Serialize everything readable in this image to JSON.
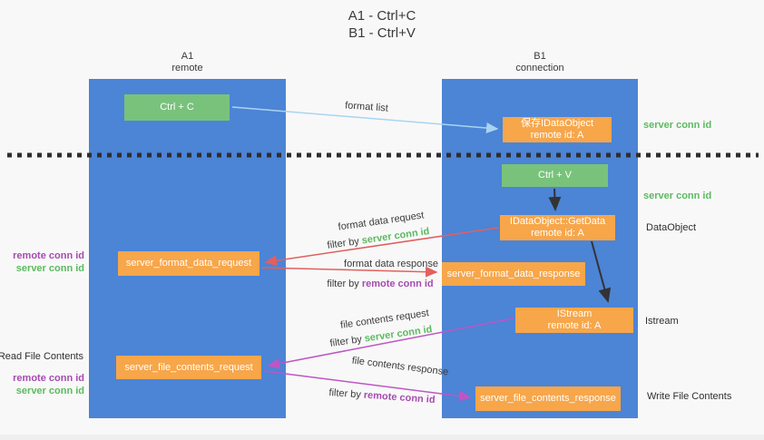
{
  "title": {
    "line1": "A1 - Ctrl+C",
    "line2": "B1 - Ctrl+V"
  },
  "columns": {
    "a1": {
      "id": "A1",
      "role": "remote"
    },
    "b1": {
      "id": "B1",
      "role": "connection"
    }
  },
  "nodes": {
    "ctrl_c": {
      "label": "Ctrl + C"
    },
    "ctrl_v": {
      "label": "Ctrl + V"
    },
    "save_idataobject": {
      "line1": "保存IDataObject",
      "line2": "remote id: A"
    },
    "getdata": {
      "line1": "IDataObject::GetData",
      "line2": "remote id: A"
    },
    "istream": {
      "line1": "IStream",
      "line2": "remote id: A"
    },
    "server_format_data_request": {
      "label": "server_format_data_request"
    },
    "server_format_data_response": {
      "label": "server_format_data_response"
    },
    "server_file_contents_request": {
      "label": "server_file_contents_request"
    },
    "server_file_contents_response": {
      "label": "server_file_contents_response"
    }
  },
  "flow_labels": {
    "format_list": "format list",
    "format_data_request": "format data request",
    "format_data_response": "format data response",
    "file_contents_request": "file contents request",
    "file_contents_response": "file contents response",
    "filter_by": "filter by",
    "server_conn_id": "server conn id",
    "remote_conn_id": "remote conn id"
  },
  "side_labels": {
    "left": {
      "remote_conn_id": "remote conn id",
      "server_conn_id": "server conn id",
      "read_file_contents": "Read File Contents"
    },
    "right": {
      "server_conn_id": "server conn id",
      "dataobject": "DataObject",
      "istream": "Istream",
      "write_file_contents": "Write File Contents"
    }
  },
  "colors": {
    "column_blue": "#4c84d6",
    "box_green": "#79c27c",
    "box_orange": "#f7a64a",
    "green_text": "#5cba60",
    "purple_text": "#a64bb0",
    "red_arrow": "#e2605e",
    "magenta_arrow": "#bf55c4",
    "lightblue_arrow": "#a9d4f1",
    "black_arrow": "#333333",
    "divider": "#2e2e2e"
  }
}
